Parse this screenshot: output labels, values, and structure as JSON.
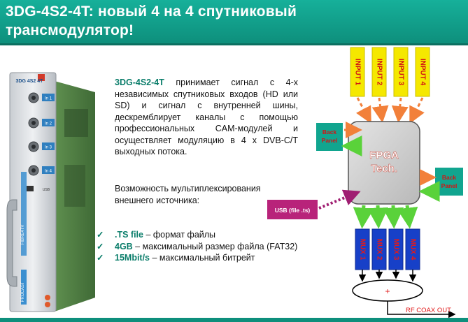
{
  "title": {
    "line1": "3DG-4S2-4T: новый 4 на 4 спутниковый",
    "line2": "трансмодулятор!"
  },
  "description": {
    "model": "3DG-4S2-4T",
    "text": " принимает сигнал с 4-х независимых спутниковых входов (HD или SD) и сигнал с внутренней шины, дескремблирует каналы с помощью профессиональных CAM-модулей и осуществляет модуляцию в 4 x DVB-C/T выходных потока."
  },
  "multiplex_text": "Возможность мультиплексирования внешнего источника:",
  "bullets": [
    {
      "key": ".TS file",
      "text": " – формат файлы"
    },
    {
      "key": "4GB",
      "text": " – максимальный размер файла (FAT32)"
    },
    {
      "key": "15Mbit/s",
      "text": " – максимальный битрейт"
    }
  ],
  "device": {
    "label": "3DG 4S2 4T",
    "inputs": [
      "In 1",
      "In 2",
      "In 3",
      "In 4"
    ],
    "usb": "USB",
    "side_text": "FIBRE4TV",
    "brand": "PROCAST"
  },
  "diagram": {
    "inputs": [
      "INPUT 1",
      "INPUT 2",
      "INPUT 3",
      "INPUT 4"
    ],
    "fpga": "FPGA\nTech.",
    "fpga_line1": "FPGA",
    "fpga_line2": "Tech.",
    "back_panel_left": "Back\nPanel",
    "back_panel_right": "Back\nPanel",
    "usb": "USB (file .ts)",
    "muxes": [
      "MUX 1",
      "MUX 2",
      "MUX 3",
      "MUX 4"
    ],
    "combiner": "+",
    "output": "RF COAX OUT"
  },
  "colors": {
    "header": "#16b09a",
    "accent": "#0a7d6a",
    "input_box": "#f5e800",
    "input_text": "#d21414",
    "back_panel": "#11a58f",
    "mux_box": "#1740c8",
    "mux_text": "#e11b1b",
    "usb_box": "#b8237a",
    "green_arrow": "#5ad23a",
    "orange_arrow": "#f2803a",
    "purple_arrow": "#a01e72"
  }
}
